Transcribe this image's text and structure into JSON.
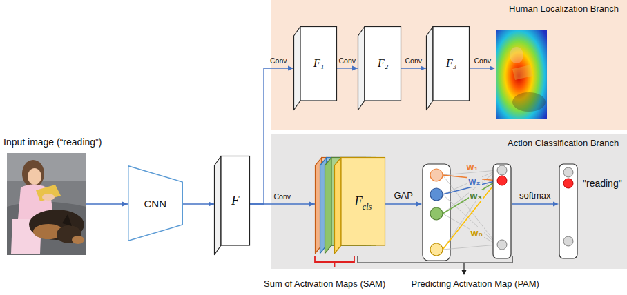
{
  "diagram": {
    "nodes": [
      {
        "text": [
          "Input image (“reading”)"
        ]
      },
      {
        "text": [
          "CNN"
        ]
      },
      {
        "text": [
          "F"
        ]
      },
      {
        "text": [
          "Human Localization Branch"
        ]
      },
      {
        "text": [
          "F₁"
        ],
        "in": 3
      },
      {
        "text": [
          "F₂"
        ],
        "in": 3
      },
      {
        "text": [
          "F₃"
        ],
        "in": 3
      },
      {
        "text": [
          "Action Classification Branch"
        ]
      },
      {
        "text": [
          "F",
          "cls"
        ],
        "in": 7
      }
    ],
    "edges": [
      {
        "from": 0,
        "to": 1,
        "arrow": "to"
      },
      {
        "from": 1,
        "to": 2,
        "arrow": "to"
      },
      {
        "from": 2,
        "to": 4,
        "label": "Conv",
        "arrow": "to"
      },
      {
        "from": 4,
        "to": 5,
        "label": "Conv",
        "arrow": "to"
      },
      {
        "from": 5,
        "to": 6,
        "label": "Conv",
        "arrow": "to"
      },
      {
        "from": 2,
        "to": 8,
        "label": "Conv",
        "arrow": "to"
      }
    ],
    "labels": [
      "Conv",
      "GAP",
      "w₁",
      "w₂",
      "w₃",
      "wₙ",
      "softmax",
      "\"reading\"",
      "Sum of Activation Maps (SAM)",
      "Predicting Activation Map (PAM)"
    ]
  }
}
